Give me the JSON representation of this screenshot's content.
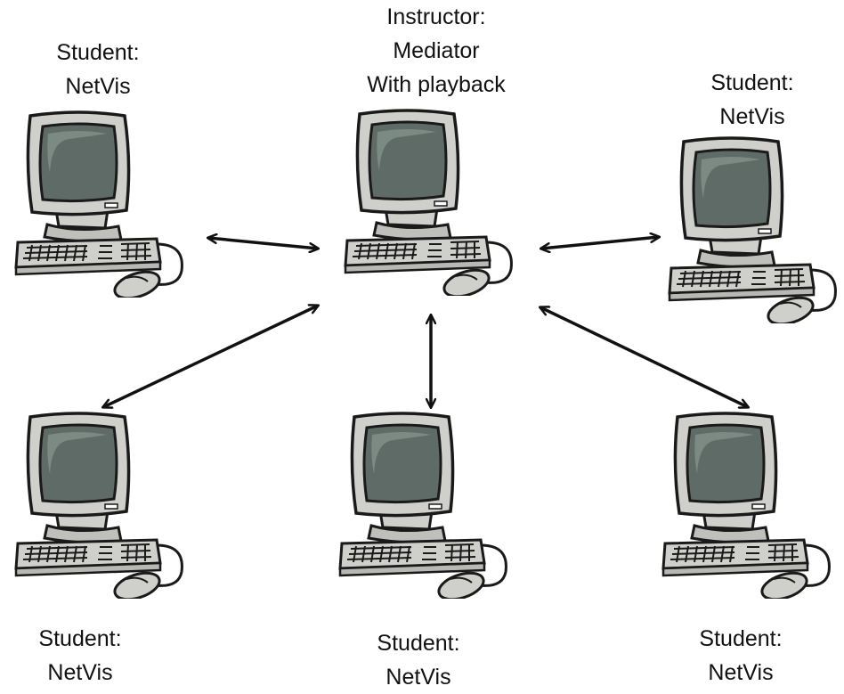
{
  "instructor": {
    "lines": [
      "Instructor:",
      "Mediator",
      "With playback"
    ]
  },
  "students": {
    "top_left": {
      "lines": [
        "Student:",
        "NetVis"
      ]
    },
    "top_right": {
      "lines": [
        "Student:",
        "NetVis"
      ]
    },
    "bottom_left": {
      "lines": [
        "Student:",
        "NetVis"
      ]
    },
    "bottom_center": {
      "lines": [
        "Student:",
        "NetVis"
      ]
    },
    "bottom_right": {
      "lines": [
        "Student:",
        "NetVis"
      ]
    }
  },
  "colors": {
    "screen": "#5f6b66",
    "screen_highlight": "#7c8a84",
    "case": "#cfd0cc",
    "outline": "#1a1a1a",
    "arrow": "#111111"
  }
}
